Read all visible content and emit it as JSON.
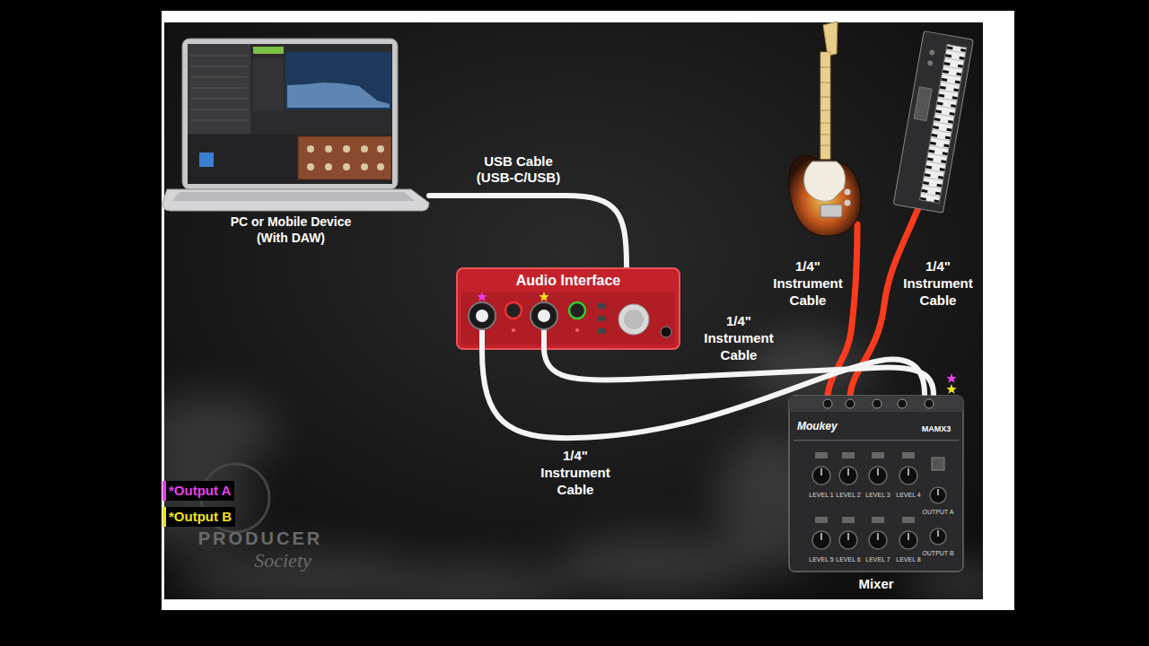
{
  "diagram": {
    "nodes": [
      {
        "text": [
          "PC or Mobile Device (With DAW)"
        ]
      },
      {
        "text": [
          "Audio Interface"
        ]
      },
      {
        "text": [
          "Mixer",
          "Moukey",
          "MAMX3",
          "LEVEL 1",
          "LEVEL 2",
          "LEVEL 3",
          "LEVEL 4",
          "LEVEL 5",
          "LEVEL 6",
          "LEVEL 7",
          "LEVEL 8",
          "OUTPUT A",
          "OUTPUT B"
        ]
      }
    ],
    "edges": [
      {
        "from": 0,
        "to": 1,
        "arrow": "none",
        "label": "USB Cable (USB-C/USB)"
      },
      {
        "from": 1,
        "to": 2,
        "arrow": "none",
        "label": "1/4\" Instrument Cable"
      },
      {
        "from": 1,
        "to": 2,
        "arrow": "none",
        "label": "1/4\" Instrument Cable"
      }
    ],
    "labels": [
      "1/4\" Instrument Cable",
      "1/4\" Instrument Cable",
      "PRODUCER",
      "Society"
    ],
    "legend": [
      {
        "text": "*Output A",
        "color": "#e83fe8"
      },
      {
        "text": "*Output B",
        "color": "#f2e21a"
      }
    ]
  }
}
